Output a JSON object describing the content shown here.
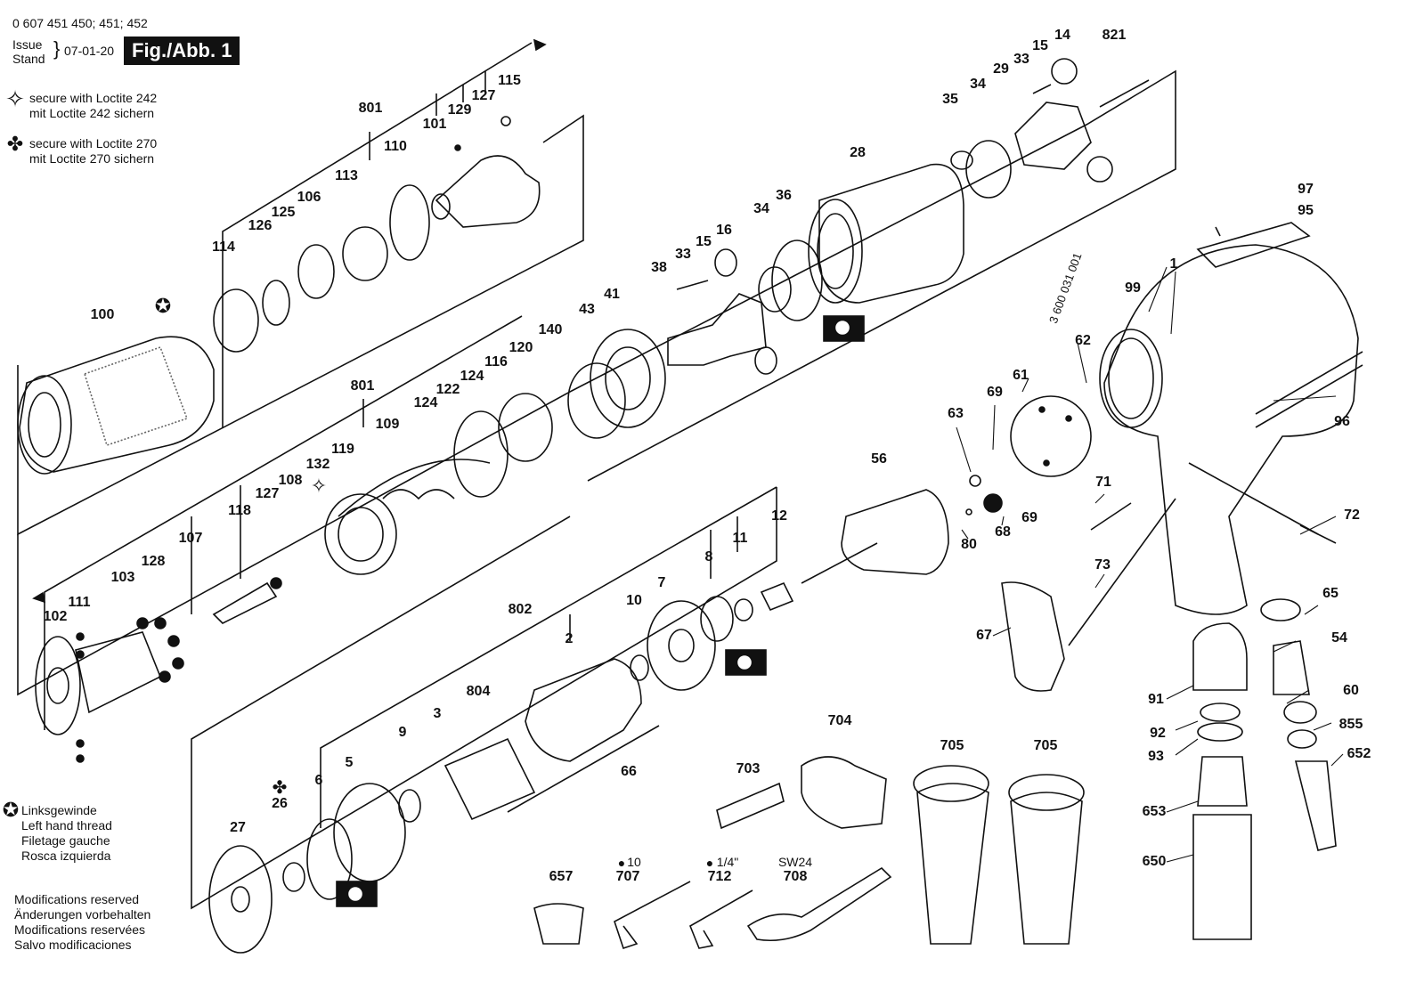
{
  "header": {
    "part_numbers": "0 607 451 450; 451; 452",
    "issue_label": "Issue",
    "stand_label": "Stand",
    "date": "07-01-20",
    "figure": "Fig./Abb. 1"
  },
  "legend": {
    "loctite242": "secure with Loctite 242\nmit Loctite 242 sichern",
    "loctite270": "secure with Loctite 270\nmit Loctite 270 sichern",
    "left_thread": "Linksgewinde\nLeft hand thread\nFiletage gauche\nRosca izquierda",
    "modifications": "Modifications reserved\nÄnderungen vorbehalten\nModifications reservées\nSalvo modificaciones"
  },
  "stamp_text": "3 600 031 001",
  "tool_specs": {
    "hex10": "10",
    "hex14": "1/4\"",
    "wrench": "SW24"
  },
  "parts": {
    "p1": "1",
    "p2": "2",
    "p3": "3",
    "p5": "5",
    "p6": "6",
    "p7": "7",
    "p8": "8",
    "p9": "9",
    "p10": "10",
    "p11": "11",
    "p12": "12",
    "p14": "14",
    "p15a": "15",
    "p15b": "15",
    "p16": "16",
    "p26": "26",
    "p27": "27",
    "p28": "28",
    "p29": "29",
    "p33a": "33",
    "p33b": "33",
    "p34a": "34",
    "p34b": "34",
    "p35": "35",
    "p36": "36",
    "p38": "38",
    "p41": "41",
    "p43": "43",
    "p54": "54",
    "p56": "56",
    "p60": "60",
    "p61": "61",
    "p62": "62",
    "p63": "63",
    "p65": "65",
    "p66": "66",
    "p67": "67",
    "p68": "68",
    "p69a": "69",
    "p69b": "69",
    "p71": "71",
    "p72": "72",
    "p73": "73",
    "p80": "80",
    "p91": "91",
    "p92": "92",
    "p93": "93",
    "p95": "95",
    "p96": "96",
    "p97": "97",
    "p99": "99",
    "p100": "100",
    "p101": "101",
    "p102": "102",
    "p103": "103",
    "p106": "106",
    "p107": "107",
    "p108": "108",
    "p109": "109",
    "p110": "110",
    "p111": "111",
    "p113": "113",
    "p114": "114",
    "p115": "115",
    "p116": "116",
    "p118": "118",
    "p119": "119",
    "p120": "120",
    "p122": "122",
    "p124a": "124",
    "p124b": "124",
    "p125": "125",
    "p126": "126",
    "p127a": "127",
    "p127b": "127",
    "p128": "128",
    "p129": "129",
    "p132": "132",
    "p140": "140",
    "p650": "650",
    "p652": "652",
    "p653": "653",
    "p657": "657",
    "p703": "703",
    "p704": "704",
    "p705a": "705",
    "p705b": "705",
    "p707": "707",
    "p708": "708",
    "p712": "712",
    "p801a": "801",
    "p801b": "801",
    "p802": "802",
    "p804": "804",
    "p821": "821",
    "p855": "855"
  }
}
